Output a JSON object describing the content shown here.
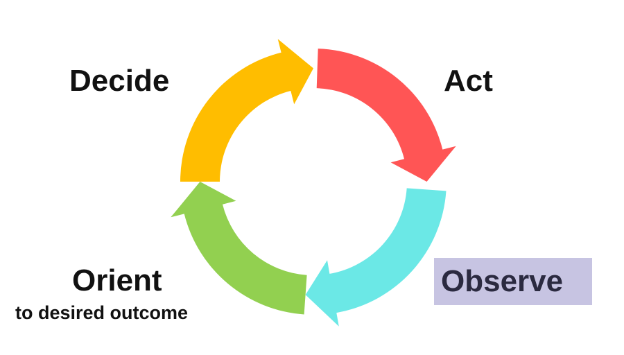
{
  "diagram": {
    "stages": [
      {
        "id": "decide",
        "label": "Decide",
        "color": "#FFBD00"
      },
      {
        "id": "act",
        "label": "Act",
        "color": "#FF5555"
      },
      {
        "id": "observe",
        "label": "Observe",
        "color": "#6BE8E6",
        "highlight_color": "#C7C4E2"
      },
      {
        "id": "orient",
        "label": "Orient",
        "sublabel": "to desired outcome",
        "color": "#92D050"
      }
    ]
  }
}
